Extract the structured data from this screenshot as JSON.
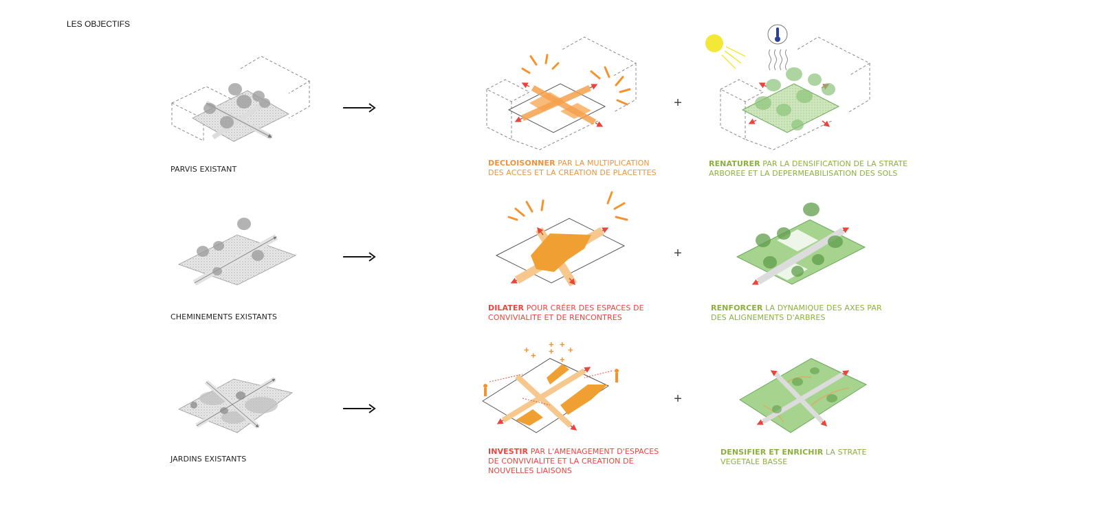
{
  "title": "LES OBJECTIFS",
  "rows": [
    {
      "existing_label": "PARVIS EXISTANT",
      "objective_1": {
        "keyword": "DECLOISONNER",
        "line1": " PAR LA MULTIPLICATION",
        "line2": "DES ACCES ET LA CREATION DE PLACETTES",
        "line3": ""
      },
      "objective_2": {
        "keyword": "RENATURER",
        "line1": " PAR LA DENSIFICATION DE LA STRATE",
        "line2": "ARBOREE ET LA DEPERMEABILISATION DES SOLS",
        "line3": ""
      }
    },
    {
      "existing_label": "CHEMINEMENTS EXISTANTS",
      "objective_1": {
        "keyword": "DILATER",
        "line1": " POUR CRÉER DES ESPACES DE",
        "line2": "CONVIVIALITE ET DE RENCONTRES",
        "line3": ""
      },
      "objective_2": {
        "keyword": "RENFORCER",
        "line1": " LA DYNAMIQUE DES AXES PAR",
        "line2": "DES ALIGNEMENTS D'ARBRES",
        "line3": ""
      }
    },
    {
      "existing_label": "JARDINS EXISTANTS",
      "objective_1": {
        "keyword": "INVESTIR",
        "line1": " PAR L'AMENAGEMENT D'ESPACES",
        "line2": "DE CONVIVIALITE ET LA CREATION DE",
        "line3": "NOUVELLES LIAISONS"
      },
      "objective_2": {
        "keyword": "DENSIFIER ET ENRICHIR",
        "line1": " LA STRATE",
        "line2": "VEGETALE BASSE",
        "line3": ""
      }
    }
  ],
  "operator_plus": "+",
  "colors": {
    "orange": "#f0923c",
    "red": "#e8453c",
    "green": "#8bb03a",
    "grey": "#9a9a9a",
    "arrow": "#111111"
  }
}
